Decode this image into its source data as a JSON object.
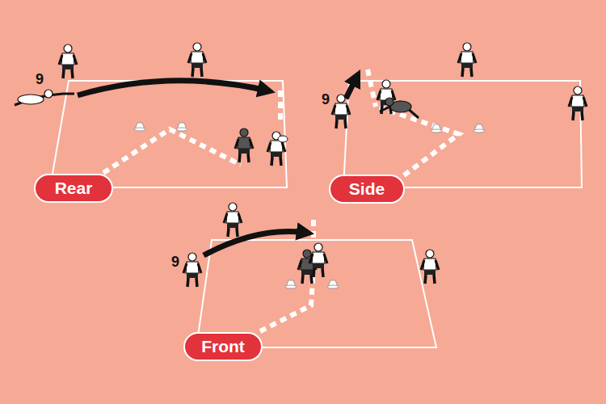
{
  "diagram": {
    "nodes": [
      {
        "text": [
          "Rear"
        ]
      },
      {
        "text": [
          "Side"
        ]
      },
      {
        "text": [
          "Front"
        ]
      }
    ],
    "labels": [
      "9",
      "9",
      "9"
    ]
  }
}
